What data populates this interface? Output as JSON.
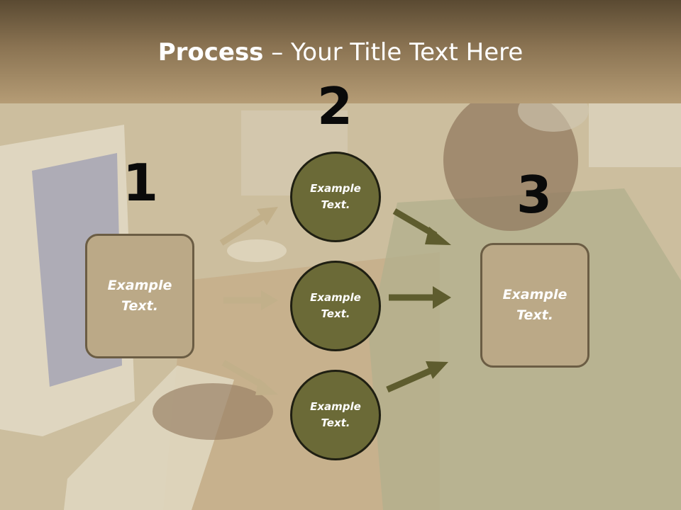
{
  "header": {
    "title_bold": "Process",
    "title_rest": " – Your Title Text Here"
  },
  "steps": {
    "step1": {
      "number": "1",
      "label": "Example\nText."
    },
    "step2": {
      "number": "2"
    },
    "step3": {
      "number": "3",
      "label": "Example\nText."
    }
  },
  "circles": [
    {
      "label": "Example\nText."
    },
    {
      "label": "Example\nText."
    },
    {
      "label": "Example\nText."
    }
  ],
  "colors": {
    "header_dark": "#5a4a32",
    "box_fill": "#bba987",
    "circle_fill": "#6b6a37",
    "arrow_light": "#c2b08a",
    "arrow_dark": "#5e5c2e"
  }
}
